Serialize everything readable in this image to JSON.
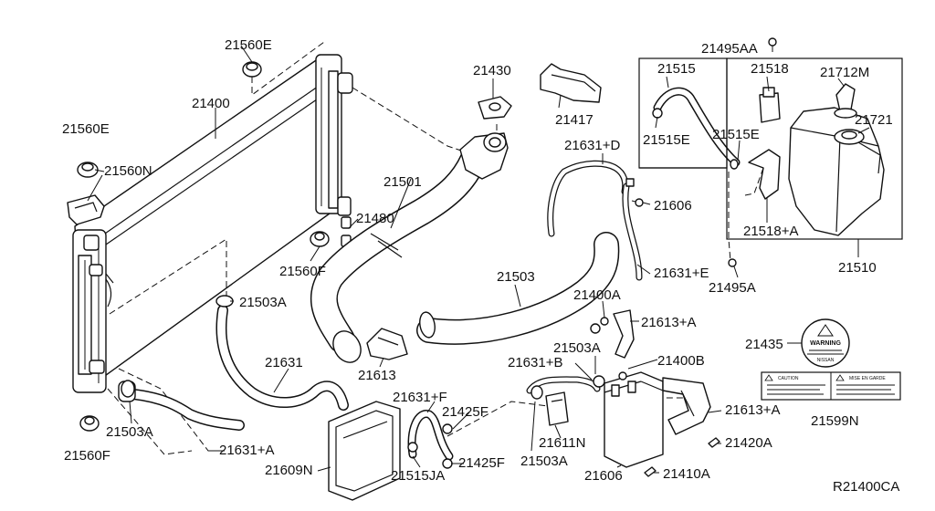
{
  "drawing_code": "R21400CA",
  "labels": {
    "l_21560E_top": "21560E",
    "l_21400": "21400",
    "l_21560E_left": "21560E",
    "l_21560N": "21560N",
    "l_21430": "21430",
    "l_21417": "21417",
    "l_21501": "21501",
    "l_21480": "21480",
    "l_21560F_mid": "21560F",
    "l_21503A_mid": "21503A",
    "l_21503": "21503",
    "l_21631D": "21631+D",
    "l_21606_top": "21606",
    "l_21631E": "21631+E",
    "l_21495AA": "21495AA",
    "l_21515": "21515",
    "l_21518": "21518",
    "l_21712M": "21712M",
    "l_21721": "21721",
    "l_21515E_a": "21515E",
    "l_21515E_b": "21515E",
    "l_21518A": "21518+A",
    "l_21510": "21510",
    "l_21495A": "21495A",
    "l_21400A": "21400A",
    "l_21613A_top": "21613+A",
    "l_21435": "21435",
    "l_21631": "21631",
    "l_21613": "21613",
    "l_21503A_center": "21503A",
    "l_21631B": "21631+B",
    "l_21400B": "21400B",
    "l_21631F": "21631+F",
    "l_21425F_top": "21425F",
    "l_21613A_low": "21613+A",
    "l_21599N": "21599N",
    "l_21503A_left": "21503A",
    "l_21560F_bot": "21560F",
    "l_21631A": "21631+A",
    "l_21609N": "21609N",
    "l_21611N": "21611N",
    "l_21420A": "21420A",
    "l_21515JA": "21515JA",
    "l_21425F_bot": "21425F",
    "l_21503A_bot": "21503A",
    "l_21606_bot": "21606",
    "l_21410A": "21410A"
  },
  "warning_label": {
    "heading": "WARNING",
    "brand": "NISSAN"
  },
  "caution_label": {
    "left_heading": "CAUTION",
    "right_heading": "MISE EN GARDE"
  }
}
